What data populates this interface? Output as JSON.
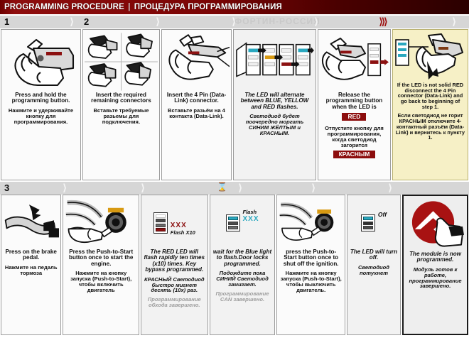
{
  "header": {
    "title_en": "PROGRAMMING PROCEDURE",
    "separator": "|",
    "title_ru": "ПРОЦЕДУРА ПРОГРАММИРОВАНИЯ"
  },
  "watermark": "ФОРТИН-РОССИЯ",
  "rows": [
    {
      "step_number": "1",
      "second_number": "2",
      "hourglass": "",
      "panels": [
        {
          "id": "press-hold-programming-button",
          "style": "plain",
          "icon": "hand-pressing-module-icon",
          "en": "Press and hold the programming button.",
          "ru": "Нажмите и удерживайте кнопку для программирования."
        },
        {
          "id": "insert-remaining-connectors",
          "style": "plain",
          "icon": "four-hands-connectors-icon",
          "en": "Insert the required remaining connectors",
          "ru": "Вставьте требуемые разьемы для подключения."
        },
        {
          "id": "insert-4-pin-data-link",
          "style": "plain",
          "icon": "hand-inserting-4pin-icon",
          "en": "Insert the 4 Pin (Data-Link) connector.",
          "ru": "Вставьте разьём на 4 контакта (Data-Link)."
        },
        {
          "id": "led-alternate-colors",
          "style": "grey",
          "icon": "led-sequence-icon",
          "en": "The LED will alternate between BLUE, YELLOW and RED flashes.",
          "ru": "Светодиод будет поочередно моргать СИНИМ ЖЁЛТЫМ и КРАСНЫМ."
        },
        {
          "id": "release-button-when-red",
          "style": "plain",
          "icon": "hand-releasing-button-icon",
          "en_a": "Release the programming button when the LED is",
          "badge_en": "RED",
          "ru_a": "Отпустите кнопку для программирования, когда светодиод загорится",
          "badge_ru": "КРАСНЫМ"
        },
        {
          "id": "led-not-red-warning",
          "style": "warn",
          "icon": "disconnect-4pin-warning-icon",
          "en": "If the LED is not solid RED disconnect the 4 Pin connector (Data-Link) and go back to beginning of step 1.",
          "ru": "Если светодиод не горит КРАСНЫМ отключите 4-контактный разъём (Data-Link) и вернитесь к пункту 1."
        }
      ]
    },
    {
      "step_number": "3",
      "second_number": "",
      "hourglass": "hourglass-icon",
      "panels": [
        {
          "id": "press-brake-pedal",
          "style": "plain",
          "icon": "brake-pedal-foot-icon",
          "en": "Press on the brake pedal.",
          "ru": "Нажмите на педаль тормоза"
        },
        {
          "id": "press-push-to-start-on",
          "style": "plain",
          "icon": "hand-push-to-start-icon",
          "en": "Press the Push-to-Start button once to start the engine.",
          "ru": "Нажмите на кнопку запуска (Push-to-Start), чтобы включить двигатель"
        },
        {
          "id": "red-led-flash-x10",
          "style": "grey",
          "icon": "led-red-flash-icon",
          "led": {
            "slots": [
              "empty",
              "blue-dim",
              "yellow-dim",
              "red"
            ],
            "marks": "XXX",
            "mark_color": "#8c1111",
            "label": "Flash X10"
          },
          "en": "The RED LED will flash rapidly ten times (x10) times. Key bypass programmed.",
          "ru": "КРАСНЫЙ Светодиод быстро мигнет десять (10х) раз.",
          "ru_grey": "Программирование обхода завершено."
        },
        {
          "id": "wait-blue-light-flash",
          "style": "grey",
          "icon": "led-blue-flash-icon",
          "led": {
            "slots": [
              "blue",
              "dim",
              "dim"
            ],
            "marks": "XXX",
            "mark_color": "#2aa8bf",
            "label": "Flash"
          },
          "en": "wait for the Blue light to flash.Door locks programmed.",
          "ru": "Подождите пока СИНИЙ Светодиод замигает.",
          "ru_grey": "Программирование CAN завершено."
        },
        {
          "id": "press-push-to-start-off",
          "style": "plain",
          "icon": "hand-push-to-start-icon",
          "en": "press the Push-to-Start button once to shut off the ignition.",
          "ru": "Нажмите на кнопку запуска (Push-to-Start), чтобы выключить двигатель."
        },
        {
          "id": "led-turn-off",
          "style": "grey",
          "icon": "led-off-icon",
          "led": {
            "slots": [
              "blue-bar",
              "dim",
              "dim"
            ],
            "marks": "",
            "label": "Off"
          },
          "en": "The LED will turn off.",
          "ru": "Светодиод потухнет"
        },
        {
          "id": "module-programmed",
          "style": "final",
          "icon": "fortin-logo-hand-icon",
          "en": "The module is now programmed.",
          "ru": "Модуль готов к работе, программирование завершено."
        }
      ]
    }
  ]
}
